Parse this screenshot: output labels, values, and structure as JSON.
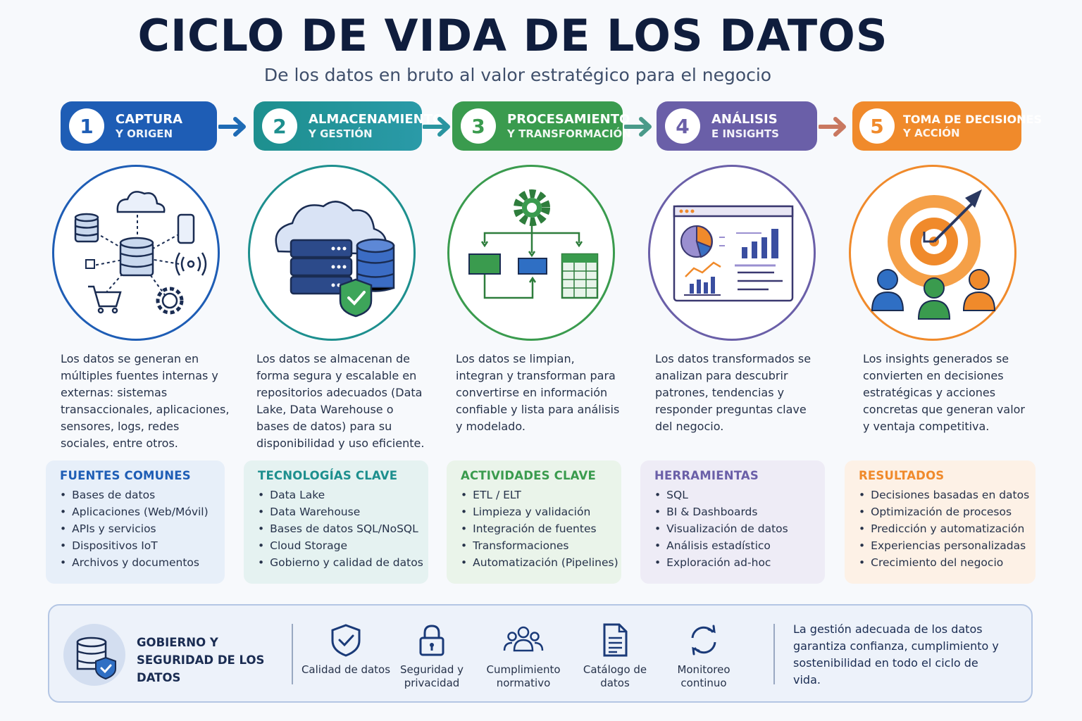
{
  "title": "CICLO DE VIDA DE LOS DATOS",
  "subtitle": "De los datos en bruto al valor estratégico para el negocio",
  "steps": [
    {
      "number": "1",
      "title": "CAPTURA",
      "subtitle": "Y ORIGEN",
      "color": "#1e5db5",
      "icon": "data-sources-icon",
      "description": "Los datos se generan en múltiples fuentes internas y externas: sistemas transaccionales, aplicaciones, sensores, logs, redes sociales, entre otros.",
      "box": {
        "title": "FUENTES COMUNES",
        "items": [
          "Bases de datos",
          "Aplicaciones (Web/Móvil)",
          "APIs y servicios",
          "Dispositivos IoT",
          "Archivos y documentos"
        ]
      }
    },
    {
      "number": "2",
      "title": "ALMACENAMIENTO",
      "subtitle": "Y GESTIÓN",
      "color": "#1d8f8e",
      "icon": "cloud-storage-icon",
      "description": "Los datos se almacenan de forma segura y escalable en repositorios adecuados (Data Lake, Data Warehouse o bases de datos) para su disponibilidad y uso eficiente.",
      "box": {
        "title": "TECNOLOGÍAS CLAVE",
        "items": [
          "Data Lake",
          "Data Warehouse",
          "Bases de datos SQL/NoSQL",
          "Cloud Storage",
          "Gobierno y calidad de datos"
        ]
      }
    },
    {
      "number": "3",
      "title": "PROCESAMIENTO",
      "subtitle": "Y TRANSFORMACIÓN",
      "color": "#3a9b4e",
      "icon": "processing-flow-icon",
      "description": "Los datos se limpian, integran y transforman para convertirse en información confiable y lista para análisis y modelado.",
      "box": {
        "title": "ACTIVIDADES CLAVE",
        "items": [
          "ETL / ELT",
          "Limpieza y validación",
          "Integración de fuentes",
          "Transformaciones",
          "Automatización (Pipelines)"
        ]
      }
    },
    {
      "number": "4",
      "title": "ANÁLISIS",
      "subtitle": "E INSIGHTS",
      "color": "#6a5fa8",
      "icon": "dashboard-icon",
      "description": "Los datos transformados se analizan para descubrir patrones, tendencias y responder preguntas clave del negocio.",
      "box": {
        "title": "HERRAMIENTAS",
        "items": [
          "SQL",
          "BI & Dashboards",
          "Visualización de datos",
          "Análisis estadístico",
          "Exploración ad-hoc"
        ]
      }
    },
    {
      "number": "5",
      "title": "TOMA DE DECISIONES",
      "subtitle": "Y ACCIÓN",
      "color": "#f08a2b",
      "icon": "target-team-icon",
      "description": "Los insights generados se convierten en decisiones estratégicas y acciones concretas que generan valor y ventaja competitiva.",
      "box": {
        "title": "RESULTADOS",
        "items": [
          "Decisiones basadas en datos",
          "Optimización de procesos",
          "Predicción y automatización",
          "Experiencias personalizadas",
          "Crecimiento del negocio"
        ]
      }
    }
  ],
  "governance": {
    "title": "GOBIERNO Y SEGURIDAD DE LOS DATOS",
    "items": [
      {
        "label": "Calidad de datos",
        "icon": "shield-check-icon"
      },
      {
        "label": "Seguridad y privacidad",
        "icon": "lock-icon"
      },
      {
        "label": "Cumplimiento normativo",
        "icon": "users-icon"
      },
      {
        "label": "Catálogo de datos",
        "icon": "document-icon"
      },
      {
        "label": "Monitoreo continuo",
        "icon": "refresh-icon"
      }
    ],
    "note": "La gestión adecuada de los datos garantiza confianza, cumplimiento y sostenibilidad en todo el ciclo de vida."
  },
  "colors": {
    "blue": "#1e5db5",
    "teal": "#1d8f8e",
    "green": "#3a9b4e",
    "purple": "#6a5fa8",
    "orange": "#f08a2b",
    "navy": "#1a2c52"
  }
}
